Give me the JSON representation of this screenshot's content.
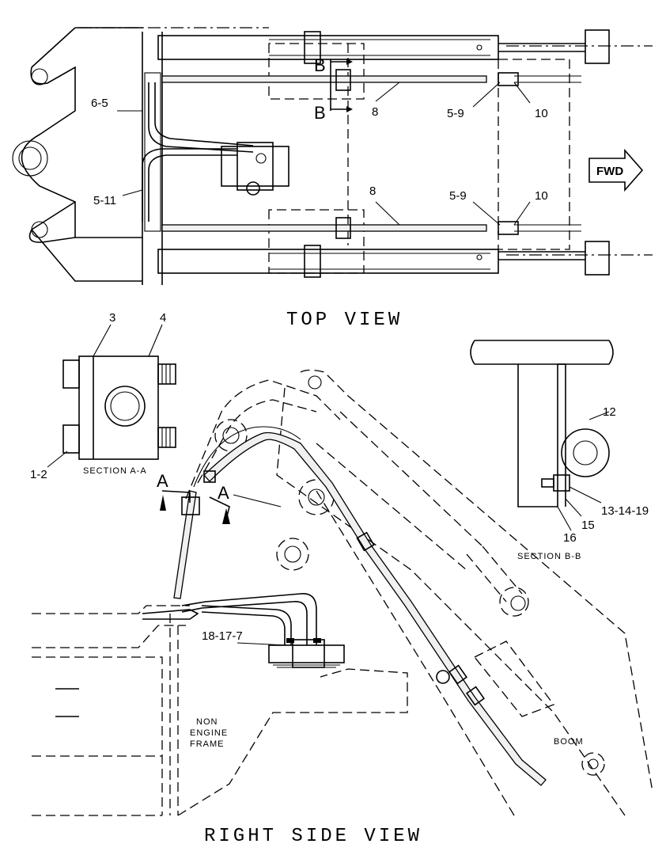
{
  "views": {
    "top": "TOP VIEW",
    "right_side": "RIGHT SIDE VIEW",
    "section_aa": "SECTION A-A",
    "section_bb": "SECTION B-B"
  },
  "fwd_label": "FWD",
  "section_markers": {
    "b": "B",
    "a": "A"
  },
  "top_view_callouts": [
    "6-5",
    "5-11",
    "8",
    "5-9",
    "10",
    "8",
    "5-9",
    "10"
  ],
  "section_aa_callouts": [
    "3",
    "4",
    "1-2"
  ],
  "section_bb_callouts": [
    "12",
    "13-14-19",
    "15",
    "16"
  ],
  "side_view_callouts": [
    "18-17-7"
  ],
  "side_view_text": {
    "frame_line1": "NON",
    "frame_line2": "ENGINE",
    "frame_line3": "FRAME",
    "boom": "BOOM"
  }
}
